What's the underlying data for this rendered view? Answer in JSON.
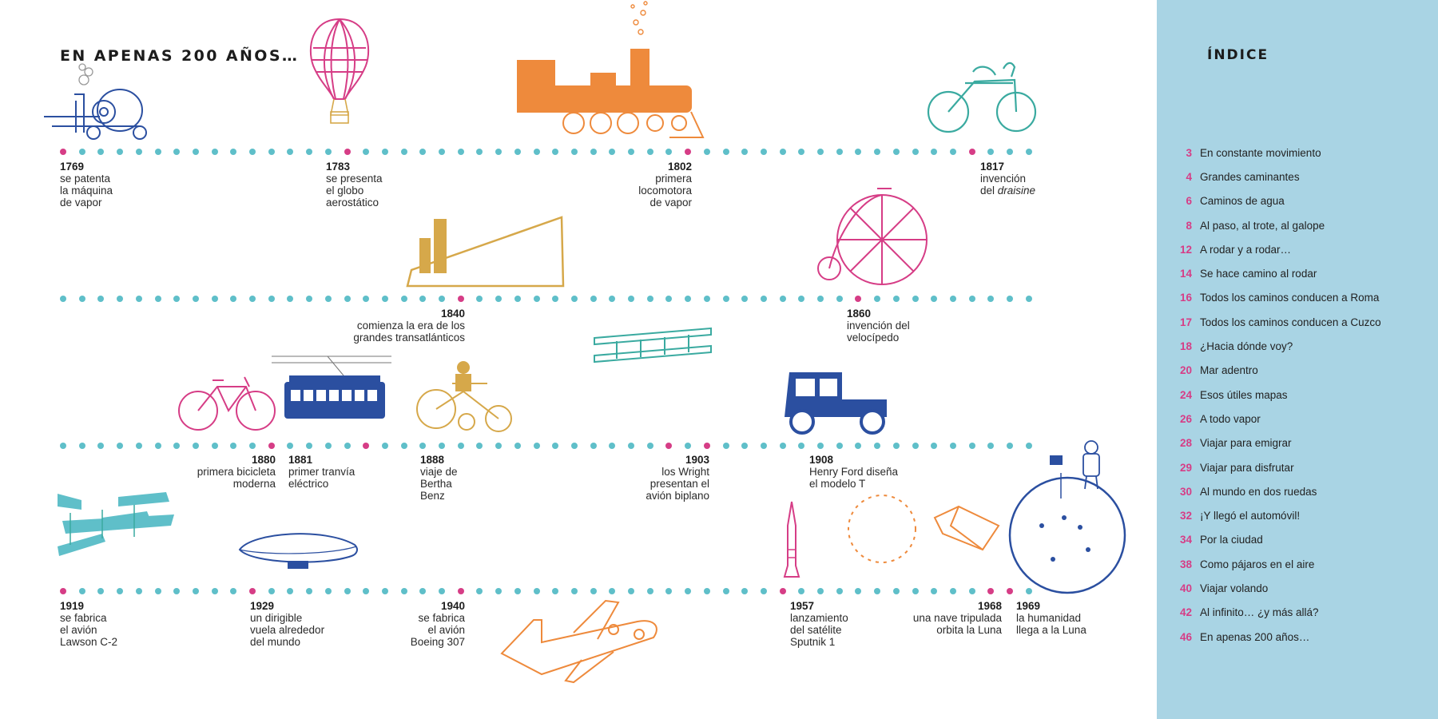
{
  "title": "EN APENAS 200 AÑOS…",
  "colors": {
    "teal": "#5fbfc9",
    "pink": "#d63d86",
    "orange": "#ee8a3c",
    "gold": "#d6a84a",
    "blue": "#2b4fa0",
    "sidebar": "#a9d4e4"
  },
  "timeline": {
    "events": [
      {
        "year": "1769",
        "text": "se patenta\nla máquina\nde vapor"
      },
      {
        "year": "1783",
        "text": "se presenta\nel globo\naerostático"
      },
      {
        "year": "1802",
        "text": "primera\nlocomotora\nde vapor"
      },
      {
        "year": "1817",
        "text": "invención\ndel ",
        "em": "draisine"
      },
      {
        "year": "1840",
        "text": "comienza la era de los\ngrandes transatlánticos"
      },
      {
        "year": "1860",
        "text": "invención del\nvelocípedo"
      },
      {
        "year": "1880",
        "text": "primera bicicleta\nmoderna"
      },
      {
        "year": "1881",
        "text": "primer tranvía\neléctrico"
      },
      {
        "year": "1888",
        "text": "viaje de\nBertha\nBenz"
      },
      {
        "year": "1903",
        "text": "los Wright\npresentan el\navión biplano"
      },
      {
        "year": "1908",
        "text": "Henry Ford diseña\nel modelo T"
      },
      {
        "year": "1919",
        "text": "se fabrica\nel avión\nLawson C-2"
      },
      {
        "year": "1929",
        "text": "un dirigible\nvuela alrededor\ndel mundo"
      },
      {
        "year": "1940",
        "text": "se fabrica\nel avión\nBoeing 307"
      },
      {
        "year": "1957",
        "text": "lanzamiento\ndel satélite\nSputnik 1"
      },
      {
        "year": "1968",
        "text": "una nave tripulada\norbita la Luna"
      },
      {
        "year": "1969",
        "text": "la humanidad\nllega a la Luna"
      }
    ]
  },
  "illustrations": [
    "steam-engine",
    "hot-air-balloon",
    "steam-locomotive",
    "draisine",
    "ocean-liner",
    "penny-farthing",
    "biplane-wright",
    "bicycle",
    "tram",
    "benz-motorwagen",
    "model-t",
    "lawson-airliner",
    "airship",
    "boeing-307",
    "sputnik-rocket",
    "orbit-capsule",
    "moon-astronaut"
  ],
  "index": {
    "title": "ÍNDICE",
    "items": [
      {
        "page": "3",
        "title": "En constante movimiento"
      },
      {
        "page": "4",
        "title": "Grandes caminantes"
      },
      {
        "page": "6",
        "title": "Caminos de agua"
      },
      {
        "page": "8",
        "title": "Al paso, al trote, al galope"
      },
      {
        "page": "12",
        "title": "A rodar y a rodar…"
      },
      {
        "page": "14",
        "title": "Se hace camino al rodar"
      },
      {
        "page": "16",
        "title": "Todos los caminos conducen a Roma"
      },
      {
        "page": "17",
        "title": "Todos los caminos conducen a Cuzco"
      },
      {
        "page": "18",
        "title": "¿Hacia dónde voy?"
      },
      {
        "page": "20",
        "title": "Mar adentro"
      },
      {
        "page": "24",
        "title": "Esos útiles mapas"
      },
      {
        "page": "26",
        "title": "A todo vapor"
      },
      {
        "page": "28",
        "title": "Viajar para emigrar"
      },
      {
        "page": "29",
        "title": "Viajar para disfrutar"
      },
      {
        "page": "30",
        "title": "Al mundo en dos ruedas"
      },
      {
        "page": "32",
        "title": "¡Y llegó el automóvil!"
      },
      {
        "page": "34",
        "title": "Por la ciudad"
      },
      {
        "page": "38",
        "title": "Como pájaros en el aire"
      },
      {
        "page": "40",
        "title": "Viajar volando"
      },
      {
        "page": "42",
        "title": "Al infinito… ¿y más allá?"
      },
      {
        "page": "46",
        "title": "En apenas 200 años…"
      }
    ]
  }
}
